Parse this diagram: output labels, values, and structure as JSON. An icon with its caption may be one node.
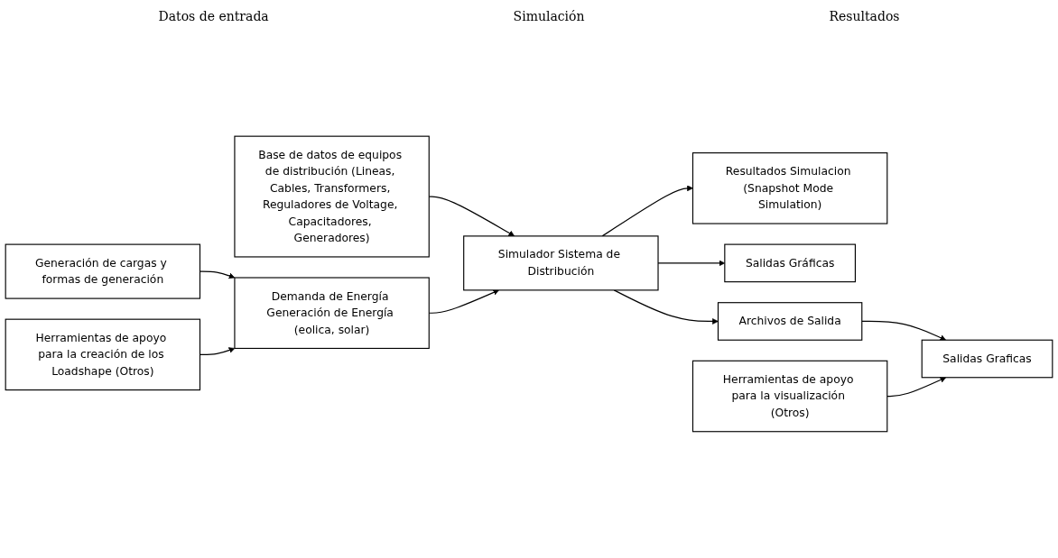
{
  "diagram": {
    "nodes": [
      {
        "text": [
          "Base de datos de equipos de distribución (Lineas, Cables, Transformers, Reguladores de Voltage, Capacitadores, Generadores)"
        ]
      },
      {
        "text": [
          "Generación de cargas y formas de generación"
        ]
      },
      {
        "text": [
          "Demanda de Energía Generación de Energía (eolica, solar)"
        ]
      },
      {
        "text": [
          "Herramientas de apoyo para la creación de los Loadshape (Otros)"
        ]
      },
      {
        "text": [
          "Simulador Sistema de Distribución"
        ]
      },
      {
        "text": [
          "Resultados Simulacion (Snapshot Mode Simulation)"
        ]
      },
      {
        "text": [
          "Salidas Gráficas"
        ]
      },
      {
        "text": [
          "Archivos de Salida"
        ]
      },
      {
        "text": [
          "Salidas Graficas"
        ]
      },
      {
        "text": [
          "Herramientas de apoyo para la visualización (Otros)"
        ]
      }
    ],
    "edges": [
      {
        "from": 0,
        "to": 4,
        "arrow": "to"
      },
      {
        "from": 1,
        "to": 2,
        "arrow": "to"
      },
      {
        "from": 3,
        "to": 2,
        "arrow": "to"
      },
      {
        "from": 2,
        "to": 4,
        "arrow": "to"
      },
      {
        "from": 4,
        "to": 5,
        "arrow": "to"
      },
      {
        "from": 4,
        "to": 6,
        "arrow": "to"
      },
      {
        "from": 4,
        "to": 7,
        "arrow": "to"
      },
      {
        "from": 7,
        "to": 8,
        "arrow": "to"
      },
      {
        "from": 9,
        "to": 8,
        "arrow": "to"
      }
    ],
    "labels": [
      "Datos de entrada",
      "Simulación",
      "Resultados"
    ]
  }
}
